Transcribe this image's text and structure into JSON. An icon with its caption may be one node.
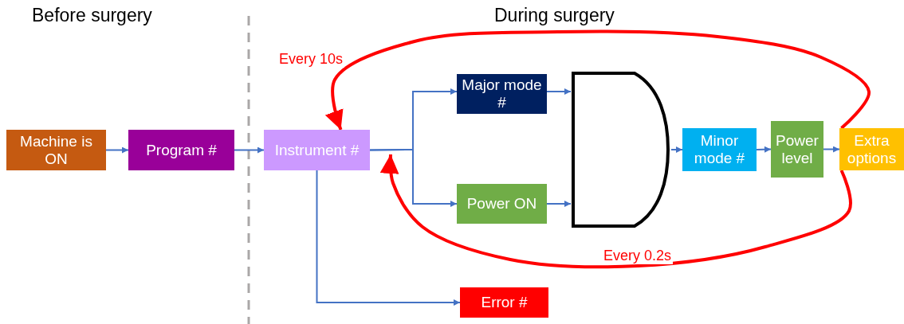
{
  "diagram": {
    "nodes": [
      {
        "text": [
          "Machine is ON"
        ]
      },
      {
        "text": [
          "Program #"
        ]
      },
      {
        "text": [
          "Instrument #"
        ]
      },
      {
        "text": [
          "Major mode #"
        ]
      },
      {
        "text": [
          "Power ON"
        ]
      },
      {
        "text": [],
        "shape": "gate"
      },
      {
        "text": [
          "Minor mode #"
        ]
      },
      {
        "text": [
          "Power level"
        ]
      },
      {
        "text": [
          "Extra options"
        ]
      },
      {
        "text": [
          "Error #"
        ]
      }
    ],
    "edges": [
      {
        "from": 0,
        "to": 1,
        "arrow": "to"
      },
      {
        "from": 1,
        "to": 2,
        "arrow": "to"
      },
      {
        "from": 2,
        "to": 3,
        "arrow": "to"
      },
      {
        "from": 2,
        "to": 4,
        "arrow": "to"
      },
      {
        "from": 2,
        "to": 9,
        "arrow": "to"
      },
      {
        "from": 3,
        "to": 5,
        "arrow": "to"
      },
      {
        "from": 4,
        "to": 5,
        "arrow": "to"
      },
      {
        "from": 5,
        "to": 6,
        "arrow": "to"
      },
      {
        "from": 6,
        "to": 7,
        "arrow": "to"
      },
      {
        "from": 7,
        "to": 8,
        "arrow": "to"
      },
      {
        "from": 8,
        "to": 2,
        "arrow": "to",
        "label": "Every 10s",
        "style": "thick",
        "color": "#ff0000"
      },
      {
        "from": 8,
        "to": 2,
        "arrow": "to",
        "label": "Every 0.2s",
        "style": "thick",
        "color": "#ff0000"
      }
    ],
    "labels": [
      "Before surgery",
      "During surgery"
    ]
  }
}
